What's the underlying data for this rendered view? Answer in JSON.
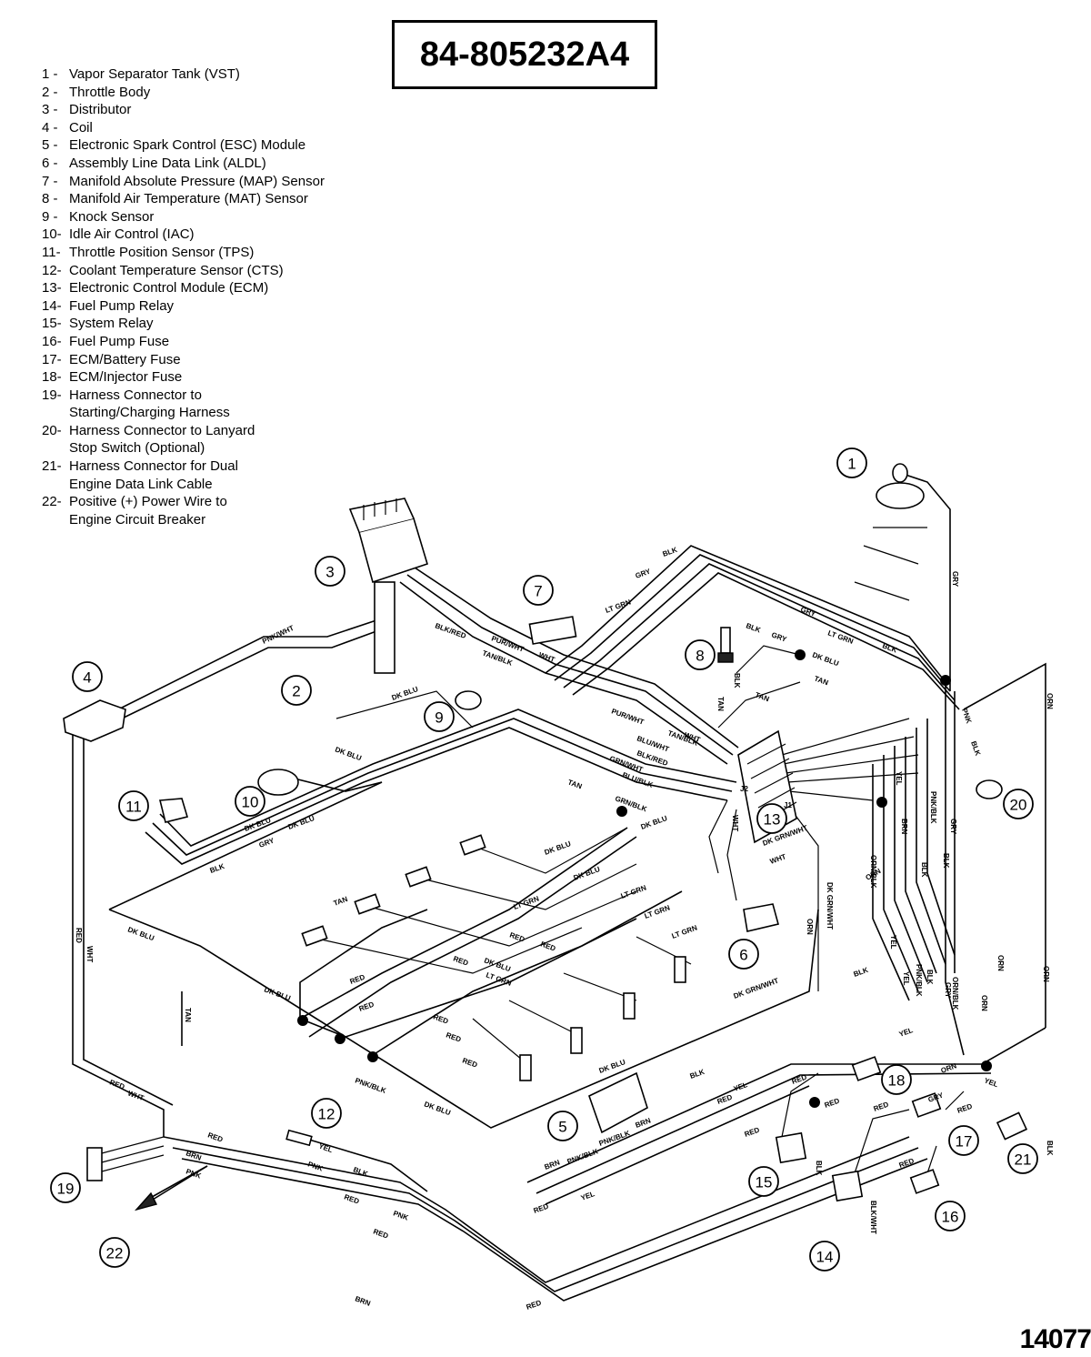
{
  "part_number": "84-805232A4",
  "figure_number": "14077",
  "legend": [
    {
      "num": "1 -",
      "text": "Vapor Separator Tank (VST)"
    },
    {
      "num": "2 -",
      "text": "Throttle Body"
    },
    {
      "num": "3 -",
      "text": "Distributor"
    },
    {
      "num": "4 -",
      "text": "Coil"
    },
    {
      "num": "5 -",
      "text": "Electronic Spark Control (ESC) Module"
    },
    {
      "num": "6 -",
      "text": "Assembly Line Data Link (ALDL)"
    },
    {
      "num": "7 -",
      "text": "Manifold Absolute Pressure (MAP) Sensor"
    },
    {
      "num": "8 -",
      "text": "Manifold Air Temperature (MAT) Sensor"
    },
    {
      "num": "9 -",
      "text": "Knock Sensor"
    },
    {
      "num": "10-",
      "text": "Idle Air Control (IAC)"
    },
    {
      "num": "11-",
      "text": "Throttle Position Sensor (TPS)"
    },
    {
      "num": "12-",
      "text": "Coolant Temperature Sensor (CTS)"
    },
    {
      "num": "13-",
      "text": "Electronic Control Module (ECM)"
    },
    {
      "num": "14-",
      "text": "Fuel Pump Relay"
    },
    {
      "num": "15-",
      "text": "System Relay"
    },
    {
      "num": "16-",
      "text": "Fuel Pump Fuse"
    },
    {
      "num": "17-",
      "text": "ECM/Battery Fuse"
    },
    {
      "num": "18-",
      "text": "ECM/Injector Fuse"
    },
    {
      "num": "19-",
      "text": "Harness Connector to\nStarting/Charging Harness"
    },
    {
      "num": "20-",
      "text": "Harness Connector to Lanyard\nStop Switch (Optional)"
    },
    {
      "num": "21-",
      "text": "Harness Connector for Dual\nEngine Data Link Cable"
    },
    {
      "num": "22-",
      "text": "Positive (+) Power Wire to\nEngine Circuit Breaker"
    }
  ],
  "callouts": [
    "1",
    "2",
    "3",
    "4",
    "5",
    "6",
    "7",
    "8",
    "9",
    "10",
    "11",
    "12",
    "13",
    "14",
    "15",
    "16",
    "17",
    "18",
    "19",
    "20",
    "21",
    "22"
  ],
  "wire_labels": {
    "blk": "BLK",
    "gry": "GRY",
    "lt_grn": "LT GRN",
    "dk_blu": "DK BLU",
    "tan": "TAN",
    "pur_wht": "PUR/WHT",
    "tan_blk": "TAN/BLK",
    "blk_red": "BLK/RED",
    "wht": "WHT",
    "pnk_wht": "PNK/WHT",
    "blu_wht": "BLU/WHT",
    "grn_wht": "GRN/WHT",
    "grn_blk": "GRN/BLK",
    "blu_blk": "BLU/BLK",
    "red": "RED",
    "red_wht": "RED/WHT",
    "yel": "YEL",
    "pnk": "PNK",
    "brn": "BRN",
    "orn": "ORN",
    "pnk_blk": "PNK/BLK",
    "dk_grn_wht": "DK GRN/WHT",
    "orn_blk": "ORN/BLK",
    "pnk_blk2": "PNK/BLK",
    "blk_wht": "BLK/WHT",
    "j1": "J1",
    "j2": "J2"
  },
  "colors": {
    "ink": "#000000",
    "paper": "#ffffff"
  }
}
